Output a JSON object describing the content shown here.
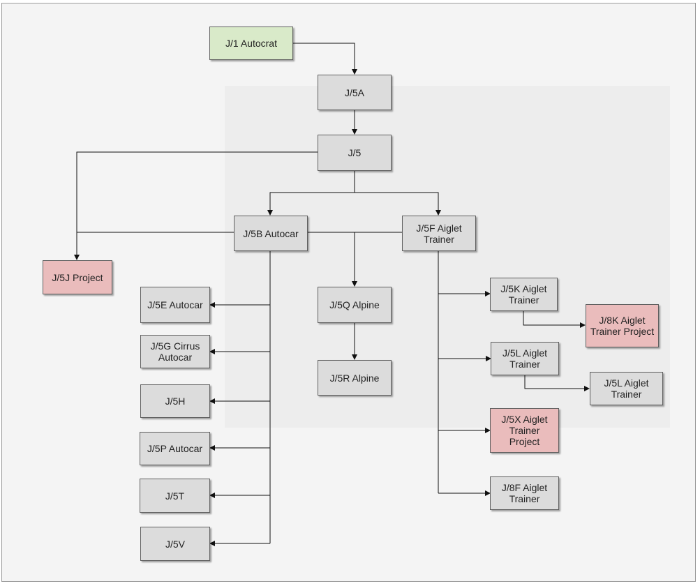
{
  "diagram": {
    "nodes": {
      "j1": "J/1 Autocrat",
      "j5a": "J/5A",
      "j5": "J/5",
      "j5j": "J/5J Project",
      "j5b": "J/5B Autocar",
      "j5f": "J/5F Aiglet Trainer",
      "j5e": "J/5E Autocar",
      "j5g": "J/5G Cirrus Autocar",
      "j5h": "J/5H",
      "j5p": "J/5P Autocar",
      "j5t": "J/5T",
      "j5v": "J/5V",
      "j5q": "J/5Q Alpine",
      "j5r": "J/5R Alpine",
      "j5k": "J/5K Aiglet Trainer",
      "j8k": "J/8K Aiglet Trainer Project",
      "j5l": "J/5L Aiglet Trainer",
      "j5l2": "J/5L Aiglet Trainer",
      "j5x": "J/5X Aiglet Trainer Project",
      "j8f": "J/8F Aiglet Trainer"
    },
    "colors": {
      "origin": "#d9eac9",
      "project": "#eabcbc",
      "default": "#dcdcdc"
    }
  }
}
